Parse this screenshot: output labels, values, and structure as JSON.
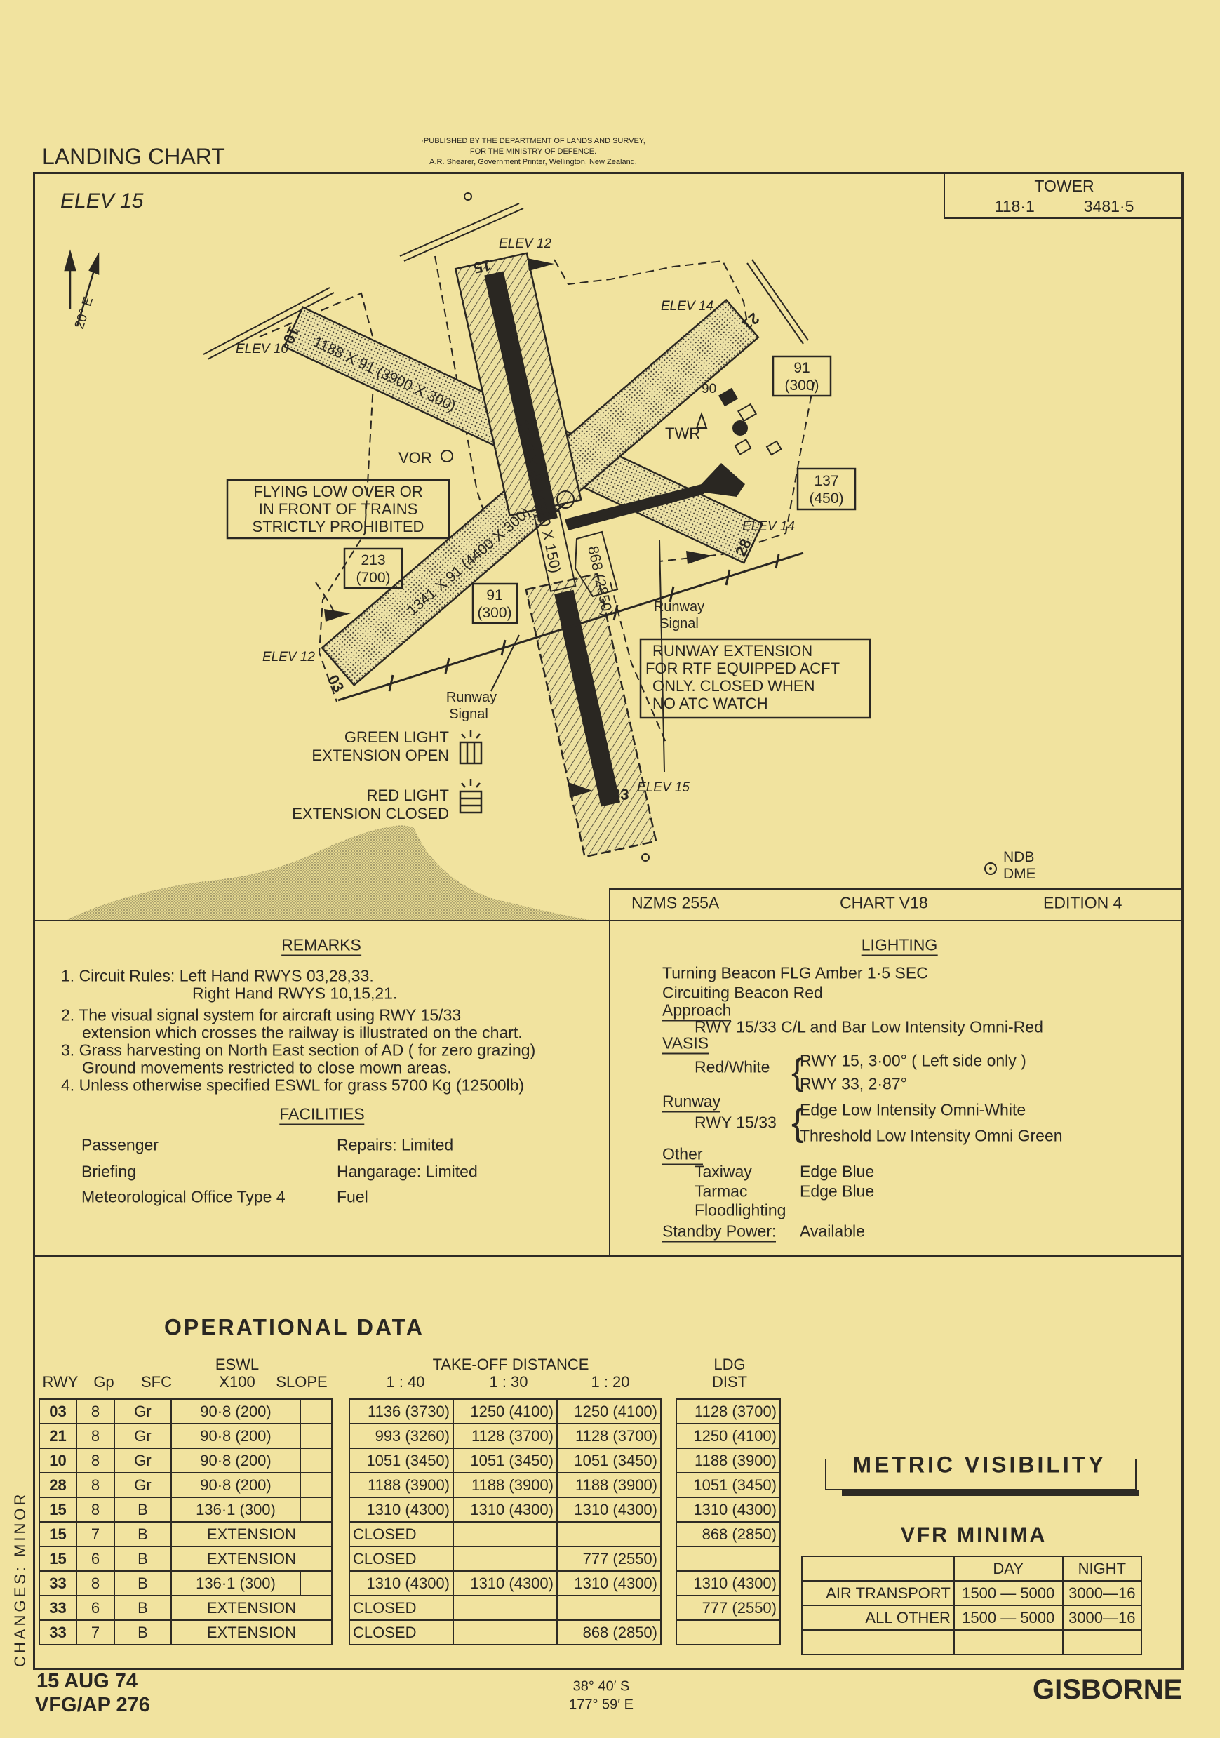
{
  "header": {
    "title": "LANDING CHART",
    "publisher": [
      "·PUBLISHED BY THE DEPARTMENT OF LANDS AND SURVEY,",
      "FOR THE MINISTRY OF DEFENCE.",
      "A.R. Shearer, Government Printer, Wellington, New Zealand."
    ],
    "elevation": "ELEV 15",
    "tower": {
      "label": "TOWER",
      "freq1": "118·1",
      "freq2": "3481·5"
    }
  },
  "map": {
    "north_variation": "20° E",
    "elev_labels": [
      "ELEV 12",
      "ELEV 14",
      "ELEV 10",
      "ELEV 14",
      "ELEV 12",
      "ELEV 15"
    ],
    "runway_ends": {
      "r10": "10",
      "r15": "15",
      "r21": "21",
      "r28": "28",
      "r03": "03",
      "r33": "33"
    },
    "runway_dims": {
      "r10_28": "1188 X 91 (3900 X 300)",
      "r03_21": "1341 X 91 (4400 X 300)",
      "r15_33": "1310 X 45 (4300 X 150)",
      "extension": "868 (2850)"
    },
    "heights": [
      {
        "m": "91",
        "ft": "(300)"
      },
      {
        "m": "137",
        "ft": "(450)"
      },
      {
        "m": "213",
        "ft": "(700)"
      },
      {
        "m": "91",
        "ft": "(300)"
      }
    ],
    "tower_height": "90",
    "vor": "VOR",
    "twr": "TWR",
    "warning": [
      "FLYING LOW OVER OR",
      "IN FRONT OF TRAINS",
      "STRICTLY PROHIBITED"
    ],
    "runway_signal": [
      "Runway",
      "Signal"
    ],
    "extension_note": [
      "RUNWAY EXTENSION",
      "FOR RTF EQUIPPED ACFT",
      "ONLY. CLOSED WHEN",
      "NO ATC WATCH"
    ],
    "green_light": [
      "GREEN LIGHT",
      "EXTENSION OPEN"
    ],
    "red_light": [
      "RED LIGHT",
      "EXTENSION CLOSED"
    ],
    "ndb": "NDB",
    "dme": "DME"
  },
  "chart_info": {
    "nzms": "NZMS 255A",
    "chart": "CHART V18",
    "edition": "EDITION 4"
  },
  "remarks": {
    "title": "REMARKS",
    "lines": [
      "1. Circuit Rules: Left Hand  RWYS 03,28,33.",
      "Right Hand RWYS 10,15,21.",
      "2. The visual signal system for aircraft using RWY 15/33",
      "extension which crosses the railway is illustrated on the chart.",
      "3. Grass harvesting on North East section of AD ( for zero grazing)",
      "Ground movements restricted to close mown areas.",
      "4. Unless otherwise specified ESWL for grass 5700 Kg (12500lb)"
    ]
  },
  "facilities": {
    "title": "FACILITIES",
    "left": [
      "Passenger",
      "Briefing",
      "Meteorological Office Type 4"
    ],
    "right": [
      "Repairs: Limited",
      "Hangarage: Limited",
      "Fuel"
    ]
  },
  "lighting": {
    "title": "LIGHTING",
    "turning_beacon": "Turning Beacon FLG Amber 1·5 SEC",
    "circuiting_beacon": "Circuiting Beacon Red",
    "approach_heading": "Approach",
    "approach": "RWY 15/33 C/L and Bar Low Intensity Omni-Red",
    "vasis_heading": "VASIS",
    "vasis_type": "Red/White",
    "vasis_lines": [
      "RWY 15, 3·00° ( Left side only )",
      "RWY 33, 2·87°"
    ],
    "runway_heading": "Runway",
    "runway_rwy": "RWY 15/33",
    "runway_lines": [
      "Edge Low Intensity Omni-White",
      "Threshold Low Intensity Omni   Green"
    ],
    "other_heading": "Other",
    "other": [
      {
        "item": "Taxiway",
        "value": "Edge Blue"
      },
      {
        "item": "Tarmac",
        "value": "Edge Blue"
      },
      {
        "item": "Floodlighting",
        "value": ""
      }
    ],
    "standby_label": "Standby Power:",
    "standby_value": "Available"
  },
  "operational": {
    "title": "OPERATIONAL  DATA",
    "headers": {
      "rwy": "RWY",
      "gp": "Gp",
      "sfc": "SFC",
      "eswl": "ESWL",
      "x100": "X100",
      "slope": "SLOPE",
      "tod": "TAKE-OFF DISTANCE",
      "r40": "1 : 40",
      "r30": "1 : 30",
      "r20": "1 : 20",
      "ldg": "LDG",
      "dist": "DIST"
    },
    "rows": [
      {
        "rwy": "03",
        "gp": "8",
        "sfc": "Gr",
        "eswl": "90·8 (200)",
        "slope": "",
        "t40": "1136 (3730)",
        "t30": "1250 (4100)",
        "t20": "1250 (4100)",
        "ldg": "1128 (3700)"
      },
      {
        "rwy": "21",
        "gp": "8",
        "sfc": "Gr",
        "eswl": "90·8 (200)",
        "slope": "",
        "t40": "993 (3260)",
        "t30": "1128 (3700)",
        "t20": "1128 (3700)",
        "ldg": "1250 (4100)"
      },
      {
        "rwy": "10",
        "gp": "8",
        "sfc": "Gr",
        "eswl": "90·8 (200)",
        "slope": "",
        "t40": "1051 (3450)",
        "t30": "1051 (3450)",
        "t20": "1051 (3450)",
        "ldg": "1188 (3900)"
      },
      {
        "rwy": "28",
        "gp": "8",
        "sfc": "Gr",
        "eswl": "90·8 (200)",
        "slope": "",
        "t40": "1188 (3900)",
        "t30": "1188 (3900)",
        "t20": "1188 (3900)",
        "ldg": "1051 (3450)"
      },
      {
        "rwy": "15",
        "gp": "8",
        "sfc": "B",
        "eswl": "136·1 (300)",
        "slope": "",
        "t40": "1310 (4300)",
        "t30": "1310 (4300)",
        "t20": "1310 (4300)",
        "ldg": "1310 (4300)"
      },
      {
        "rwy": "15",
        "gp": "7",
        "sfc": "B",
        "extension": "EXTENSION",
        "t40": "CLOSED",
        "t30": "",
        "t20": "",
        "ldg": "868 (2850)"
      },
      {
        "rwy": "15",
        "gp": "6",
        "sfc": "B",
        "extension": "EXTENSION",
        "t40": "CLOSED",
        "t30": "",
        "t20": "777 (2550)",
        "ldg": ""
      },
      {
        "rwy": "33",
        "gp": "8",
        "sfc": "B",
        "eswl": "136·1 (300)",
        "slope": "",
        "t40": "1310 (4300)",
        "t30": "1310 (4300)",
        "t20": "1310 (4300)",
        "ldg": "1310 (4300)"
      },
      {
        "rwy": "33",
        "gp": "6",
        "sfc": "B",
        "extension": "EXTENSION",
        "t40": "CLOSED",
        "t30": "",
        "t20": "",
        "ldg": "777 (2550)"
      },
      {
        "rwy": "33",
        "gp": "7",
        "sfc": "B",
        "extension": "EXTENSION",
        "t40": "CLOSED",
        "t30": "",
        "t20": "868 (2850)",
        "ldg": ""
      }
    ]
  },
  "visibility": {
    "title": "METRIC  VISIBILITY",
    "vfr_title": "VFR  MINIMA",
    "headers": [
      "",
      "DAY",
      "NIGHT"
    ],
    "rows": [
      [
        "AIR TRANSPORT",
        "1500 — 5000",
        "3000—16"
      ],
      [
        "ALL OTHER",
        "1500 — 5000",
        "3000—16"
      ],
      [
        "",
        "",
        ""
      ]
    ]
  },
  "footer": {
    "changes": "CHANGES:  MINOR",
    "date": "15 AUG 74",
    "ref": "VFG/AP 276",
    "lat": "38° 40′ S",
    "lon": "177° 59′ E",
    "place": "GISBORNE"
  }
}
